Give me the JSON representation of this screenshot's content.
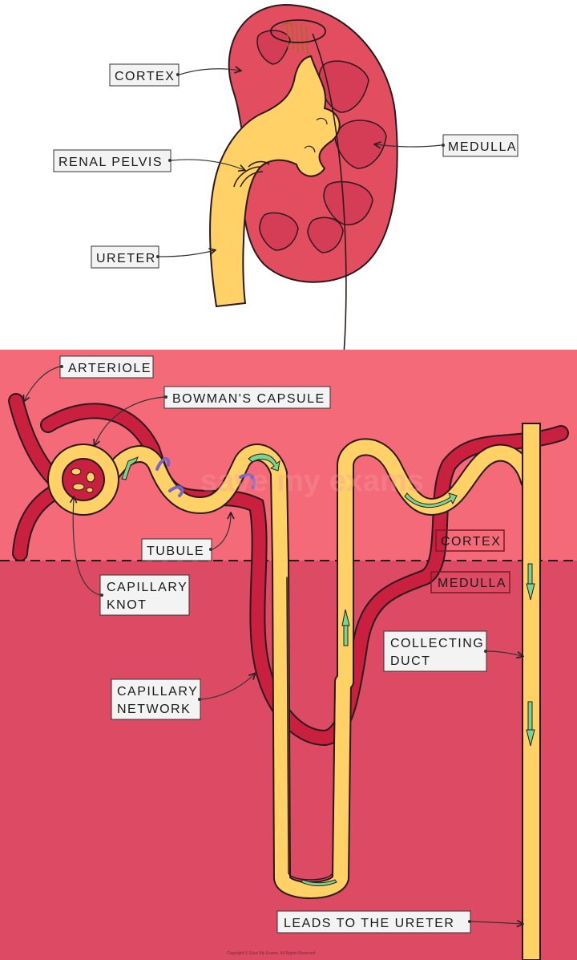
{
  "labels": {
    "cortex": "CORTEX",
    "renal_pelvis": "RENAL PELVIS",
    "medulla": "MEDULLA",
    "ureter": "URETER",
    "arteriole": "ARTERIOLE",
    "bowmans_capsule": "BOWMAN'S CAPSULE",
    "tubule": "TUBULE",
    "capillary_knot_1": "CAPILLARY",
    "capillary_knot_2": "KNOT",
    "cortex_zone": "CORTEX",
    "medulla_zone": "MEDULLA",
    "collecting_duct_1": "COLLECTING",
    "collecting_duct_2": "DUCT",
    "capillary_network_1": "CAPILLARY",
    "capillary_network_2": "NETWORK",
    "leads_to_ureter": "LEADS TO THE URETER"
  },
  "copyright": "Copyright © Save My Exams. All Rights Reserved",
  "colors": {
    "cortex_bg": "#f46a78",
    "medulla_bg": "#dc4a64",
    "kidney_red": "#e24e5f",
    "medulla_pyramid": "#d43d55",
    "tubule_yellow": "#ffd166",
    "vessel_red": "#c8203e",
    "arrow_green": "#77d68f",
    "arrow_purple": "#7a64c8",
    "outline": "#2b1a1c"
  }
}
